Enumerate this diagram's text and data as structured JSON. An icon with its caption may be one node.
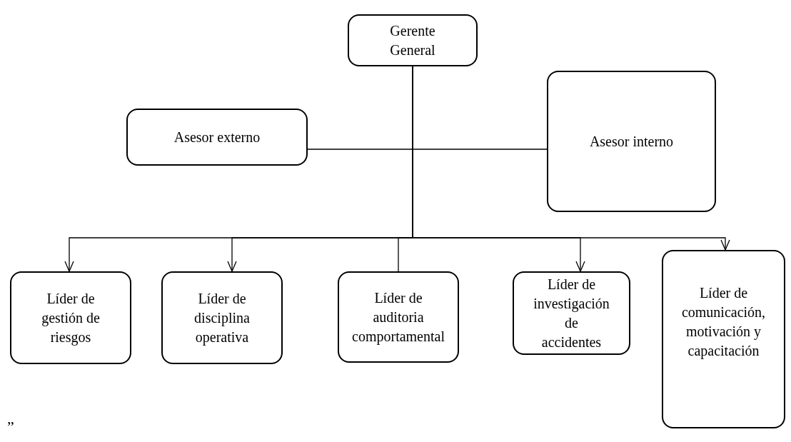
{
  "diagram": {
    "nodes": [
      {
        "text": [
          "Gerente General"
        ]
      },
      {
        "text": [
          "Asesor externo"
        ]
      },
      {
        "text": [
          "Asesor interno"
        ]
      },
      {
        "text": [
          "Líder de gestión de riesgos"
        ]
      },
      {
        "text": [
          "Líder de disciplina operativa"
        ]
      },
      {
        "text": [
          "Líder de auditoria comportamental"
        ]
      },
      {
        "text": [
          "Líder de investigación de accidentes"
        ]
      },
      {
        "text": [
          "Líder de comunicación, motivación y capacitación"
        ]
      }
    ],
    "edges": [
      {
        "from": 0,
        "to": 1,
        "arrow": "none"
      },
      {
        "from": 0,
        "to": 2,
        "arrow": "none"
      },
      {
        "from": 0,
        "to": 3,
        "arrow": "to"
      },
      {
        "from": 0,
        "to": 4,
        "arrow": "to"
      },
      {
        "from": 0,
        "to": 5,
        "arrow": "none"
      },
      {
        "from": 0,
        "to": 6,
        "arrow": "to"
      },
      {
        "from": 0,
        "to": 7,
        "arrow": "to"
      }
    ],
    "labels": [
      "”"
    ]
  }
}
